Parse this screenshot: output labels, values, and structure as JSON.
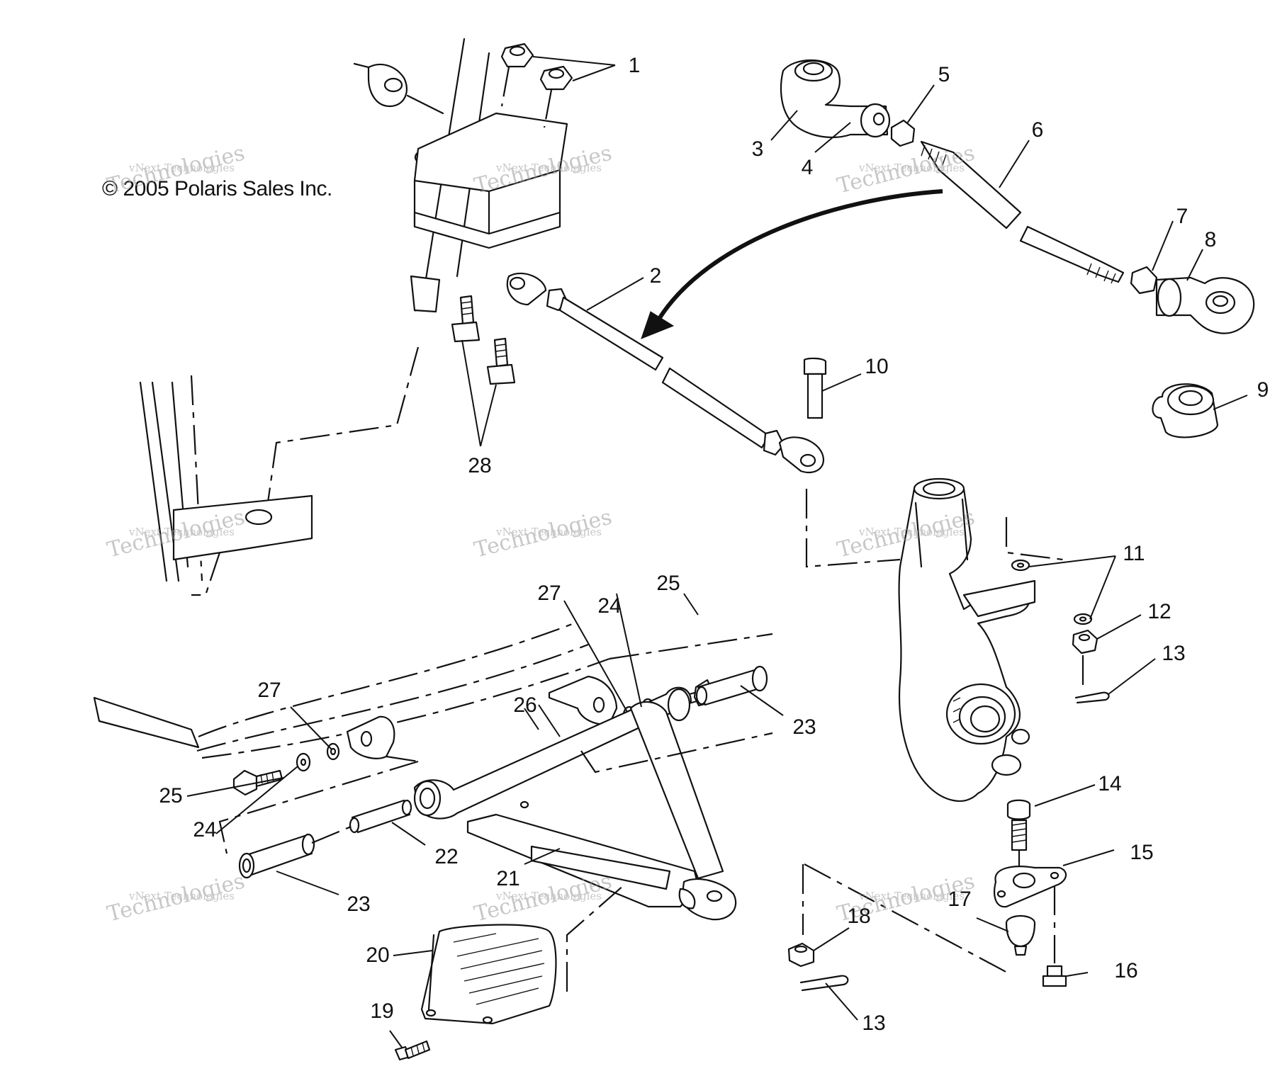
{
  "copyright": "© 2005 Polaris Sales Inc.",
  "watermark": {
    "line1": "vNext Technologies",
    "line2": "Technologies"
  },
  "callouts": [
    {
      "id": "c1",
      "label": "1"
    },
    {
      "id": "c2",
      "label": "2"
    },
    {
      "id": "c3",
      "label": "3"
    },
    {
      "id": "c4",
      "label": "4"
    },
    {
      "id": "c5",
      "label": "5"
    },
    {
      "id": "c6",
      "label": "6"
    },
    {
      "id": "c7",
      "label": "7"
    },
    {
      "id": "c8",
      "label": "8"
    },
    {
      "id": "c9",
      "label": "9"
    },
    {
      "id": "c10",
      "label": "10"
    },
    {
      "id": "c11",
      "label": "11"
    },
    {
      "id": "c12",
      "label": "12"
    },
    {
      "id": "c13a",
      "label": "13"
    },
    {
      "id": "c13b",
      "label": "13"
    },
    {
      "id": "c14",
      "label": "14"
    },
    {
      "id": "c15",
      "label": "15"
    },
    {
      "id": "c16",
      "label": "16"
    },
    {
      "id": "c17",
      "label": "17"
    },
    {
      "id": "c18",
      "label": "18"
    },
    {
      "id": "c19",
      "label": "19"
    },
    {
      "id": "c20",
      "label": "20"
    },
    {
      "id": "c21",
      "label": "21"
    },
    {
      "id": "c22",
      "label": "22"
    },
    {
      "id": "c23a",
      "label": "23"
    },
    {
      "id": "c23b",
      "label": "23"
    },
    {
      "id": "c24a",
      "label": "24"
    },
    {
      "id": "c24b",
      "label": "24"
    },
    {
      "id": "c25a",
      "label": "25"
    },
    {
      "id": "c25b",
      "label": "25"
    },
    {
      "id": "c26",
      "label": "26"
    },
    {
      "id": "c27a",
      "label": "27"
    },
    {
      "id": "c27b",
      "label": "27"
    },
    {
      "id": "c28",
      "label": "28"
    }
  ]
}
